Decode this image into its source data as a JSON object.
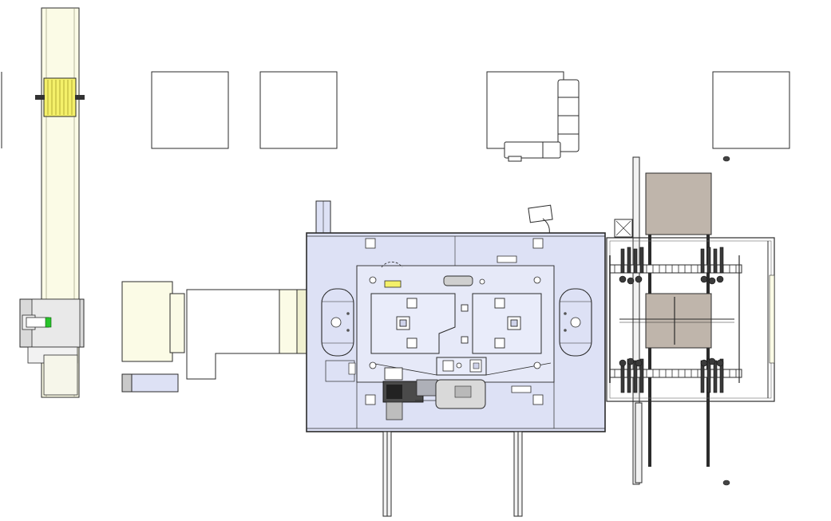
{
  "view": {
    "background": "#ffffff",
    "view_type": "top-view CAD layout drawing",
    "labels": []
  },
  "colors": {
    "outline": "#2b2b2b",
    "blue_frame": "#dde1f5",
    "cream": "#fbfbe6",
    "yellow": "#f4f06a",
    "green": "#29c42b",
    "taupe": "#bfb5ab",
    "grey_steel": "#c9c9c9",
    "dark_metal": "#3a3a3a"
  },
  "components": [
    {
      "name": "overhead-crane-rail",
      "color_key": "cream"
    },
    {
      "name": "crane-trolley-yellow",
      "color_key": "yellow"
    },
    {
      "name": "crane-hoist-green-indicator",
      "color_key": "green"
    },
    {
      "name": "main-machine-frame",
      "color_key": "blue_frame"
    },
    {
      "name": "left-air-tank",
      "color_key": "blue_frame"
    },
    {
      "name": "right-air-tank",
      "color_key": "blue_frame"
    },
    {
      "name": "conveyor-module",
      "color_key": "taupe"
    },
    {
      "name": "feed-chute",
      "color_key": "cream"
    },
    {
      "name": "control-pendant",
      "color_key": "grey_steel"
    }
  ]
}
